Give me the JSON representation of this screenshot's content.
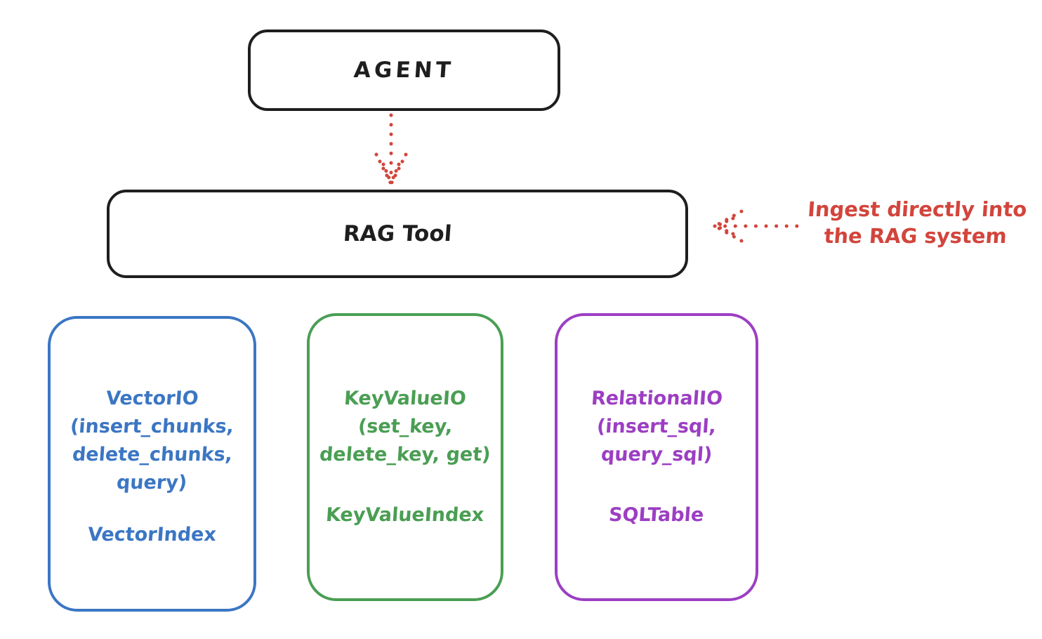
{
  "diagram": {
    "background_color": "#ffffff",
    "ink_color": "#1e1e1e",
    "accent_red": "#d2453c",
    "agent_box": {
      "label": "AGENT"
    },
    "rag_tool_box": {
      "label": "RAG Tool"
    },
    "agent_to_rag_arrow": {
      "icon": "down-dotted-arrow",
      "color": "#d2453c"
    },
    "ingest_annotation": {
      "arrow_icon": "left-dotted-arrow",
      "color": "#d2453c",
      "line1": "Ingest directly into",
      "line2": "the RAG system"
    },
    "storage_boxes": [
      {
        "name": "vector-io",
        "color": "#3b76c4",
        "lines": [
          "VectorIO",
          "(insert_chunks,",
          "delete_chunks,",
          "query)"
        ],
        "index_label": "VectorIndex"
      },
      {
        "name": "keyvalue-io",
        "color": "#4a9e53",
        "lines": [
          "KeyValueIO",
          "(set_key,",
          "delete_key, get)"
        ],
        "index_label": "KeyValueIndex"
      },
      {
        "name": "relational-io",
        "color": "#9c3ec3",
        "lines": [
          "RelationalIO",
          "(insert_sql,",
          "query_sql)"
        ],
        "index_label": "SQLTable"
      }
    ]
  }
}
